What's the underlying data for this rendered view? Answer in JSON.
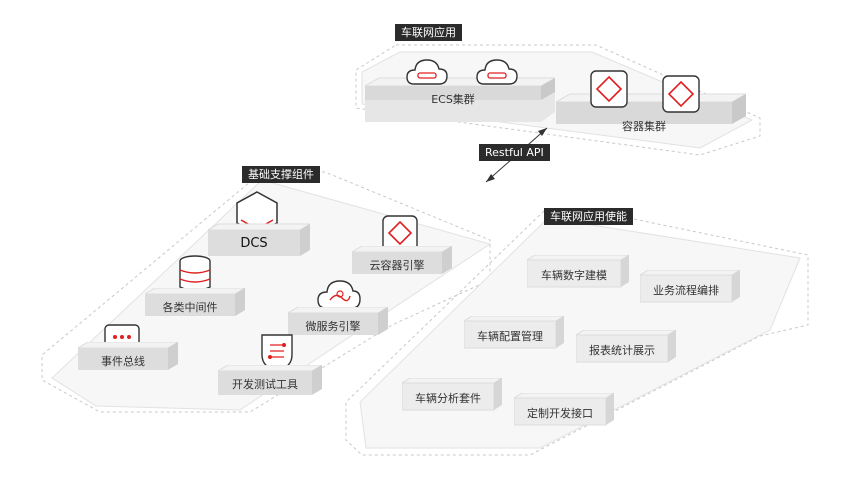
{
  "groups": {
    "top": "车联网应用",
    "left": "基础支撑组件",
    "right": "车联网应用使能"
  },
  "api_label": "Restful API",
  "top_clusters": {
    "ecs": "ECS集群",
    "container": "容器集群"
  },
  "components": {
    "dcs": "DCS",
    "container_engine": "云容器引擎",
    "middleware": "各类中间件",
    "microservice": "微服务引擎",
    "event_bus": "事件总线",
    "dev_tools": "开发测试工具"
  },
  "enablement": {
    "vehicle_model": "车辆数字建模",
    "business_flow": "业务流程编排",
    "config_mgmt": "车辆配置管理",
    "report": "报表统计展示",
    "analysis_kit": "车辆分析套件",
    "custom_api": "定制开发接口"
  },
  "colors": {
    "accent": "#e02020",
    "tag_bg": "#2b2b2b",
    "slab_top": "#f2f2f2",
    "slab_front": "#dedede",
    "slab_side": "#d0d0d0"
  }
}
